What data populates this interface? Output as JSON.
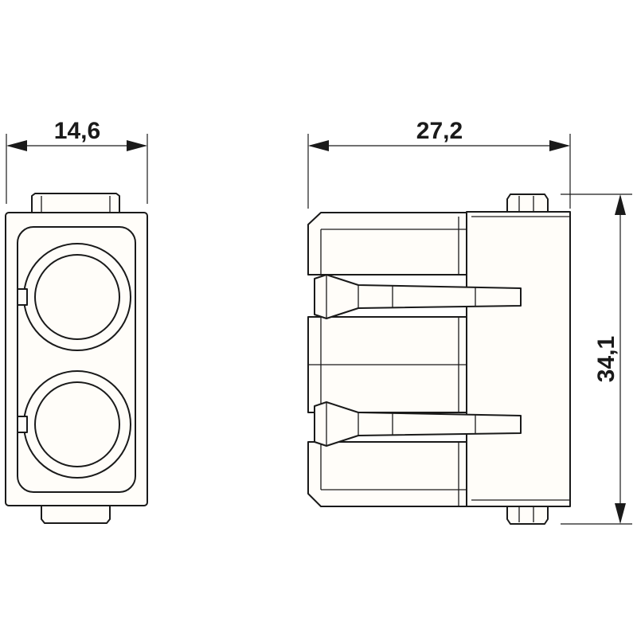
{
  "dimensions": {
    "front_width": "14,6",
    "side_length": "27,2",
    "height": "34,1"
  }
}
